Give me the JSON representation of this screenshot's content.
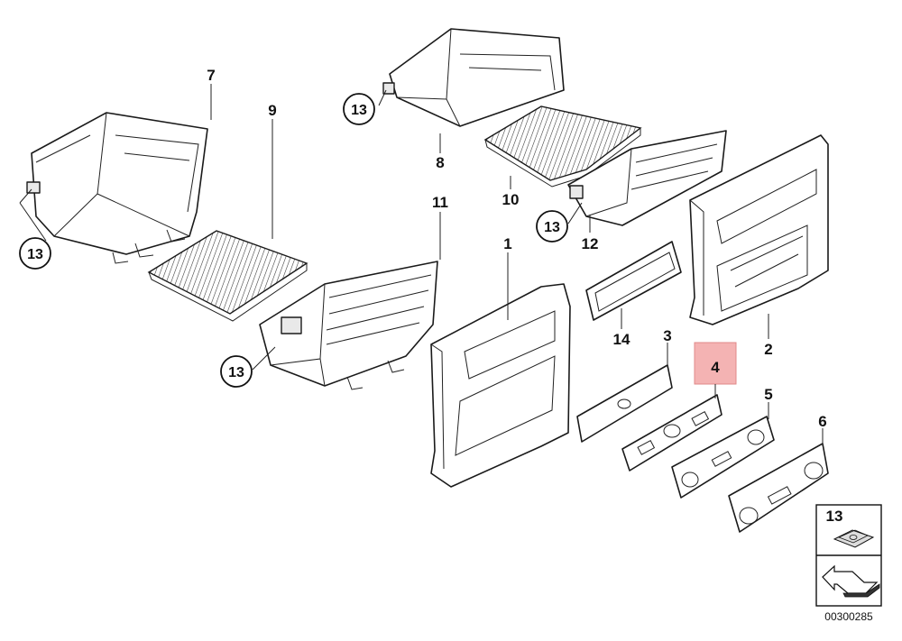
{
  "diagram": {
    "labels": {
      "l1": "1",
      "l2": "2",
      "l3": "3",
      "l4": "4",
      "l5": "5",
      "l6": "6",
      "l7": "7",
      "l8": "8",
      "l9": "9",
      "l10": "10",
      "l11": "11",
      "l12": "12",
      "l14": "14"
    },
    "circle_labels": {
      "c13": "13"
    },
    "highlight_color": "#f4b3b3",
    "legend": {
      "label": "13"
    },
    "footer_code": "00300285"
  }
}
